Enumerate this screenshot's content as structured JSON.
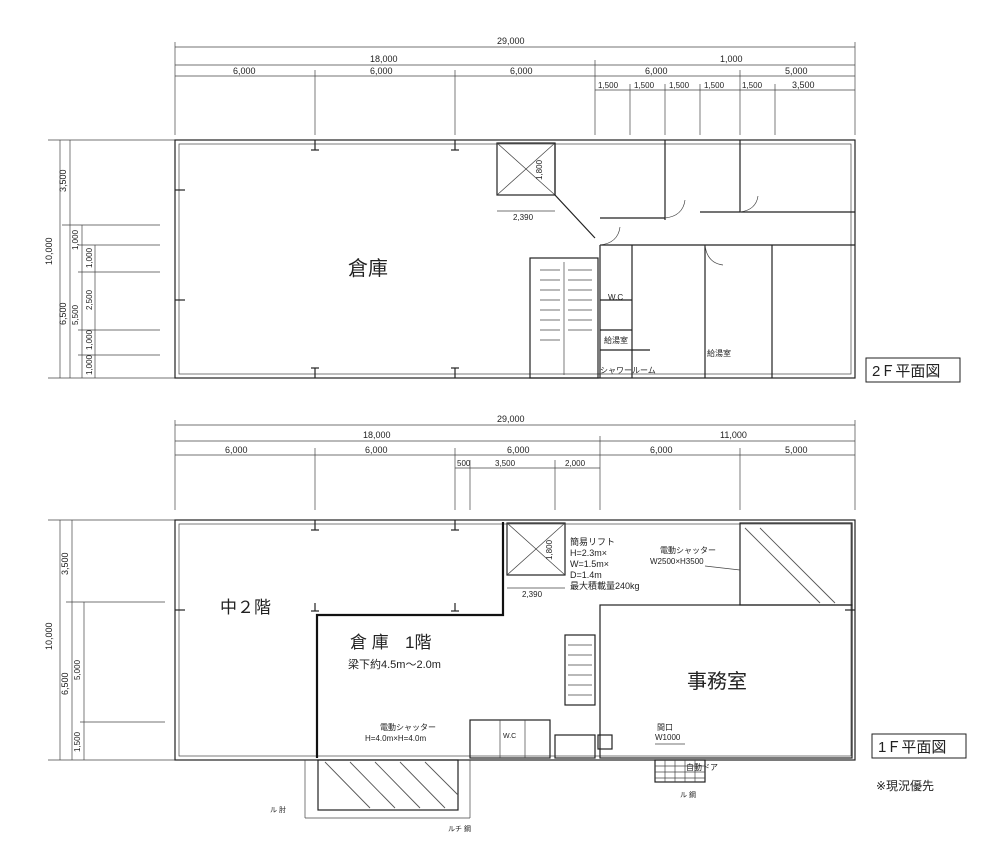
{
  "floor2": {
    "title": "2Ｆ平面図",
    "rooms": {
      "warehouse": "倉庫",
      "wc": "W.C",
      "kyuto": "給湯室",
      "kitchen": "給湯室",
      "shower": "シャワールーム"
    },
    "dims_top": {
      "total": "29,000",
      "left_group": "18,000",
      "right_group": "1,000",
      "a": "6,000",
      "b": "6,000",
      "c": "6,000",
      "d": "6,000",
      "e": "5,000",
      "f1": "1,500",
      "f2": "1,500",
      "f3": "1,500",
      "f4": "1,500",
      "f5": "1,500",
      "g": "3,500",
      "lift_w": "2,390",
      "lift_h": "1,800"
    },
    "dims_left": {
      "total": "10,000",
      "top": "3,500",
      "bottom": "6,500",
      "i1": "1,000",
      "i2": "1,000",
      "i3": "5,500",
      "i4": "2,500",
      "i5": "1,000",
      "i6": "1,000"
    }
  },
  "floor1": {
    "title": "1Ｆ平面図",
    "note": "※現況優先",
    "rooms": {
      "mezzanine": "中２階",
      "warehouse": "倉 庫",
      "warehouse_floor": "1階",
      "clearance": "梁下約4.5m～2.0m",
      "office": "事務室",
      "wc": "W.C"
    },
    "lift": {
      "title": "簡易リフト",
      "h": "H=2.3m×",
      "w": "W=1.5m×",
      "d": "D=1.4m",
      "load": "最大積載量240kg",
      "w_dim": "2,390",
      "h_dim": "1,800"
    },
    "shutter_top": {
      "title": "電動シャッター",
      "size": "W2500×H3500"
    },
    "shutter_bottom": {
      "title": "電動シャッター",
      "size": "H=4.0m×H=4.0m"
    },
    "opening": {
      "title": "間口",
      "size": "W1000"
    },
    "auto_door": "自動ドア",
    "dims_top": {
      "total": "29,000",
      "left_group": "18,000",
      "right_group": "11,000",
      "a": "6,000",
      "b": "6,000",
      "c": "6,000",
      "d": "6,000",
      "e": "5,000",
      "s1": "500",
      "s2": "3,500",
      "s3": "2,000"
    },
    "dims_left": {
      "total": "10,000",
      "top": "3,500",
      "bottom": "6,500",
      "i1": "5,000",
      "i2": "1,500"
    },
    "marks": {
      "drain_left": "ル 肘",
      "drain_mid": "ルチ 鋼",
      "drain_right": "ル 鋼"
    }
  }
}
